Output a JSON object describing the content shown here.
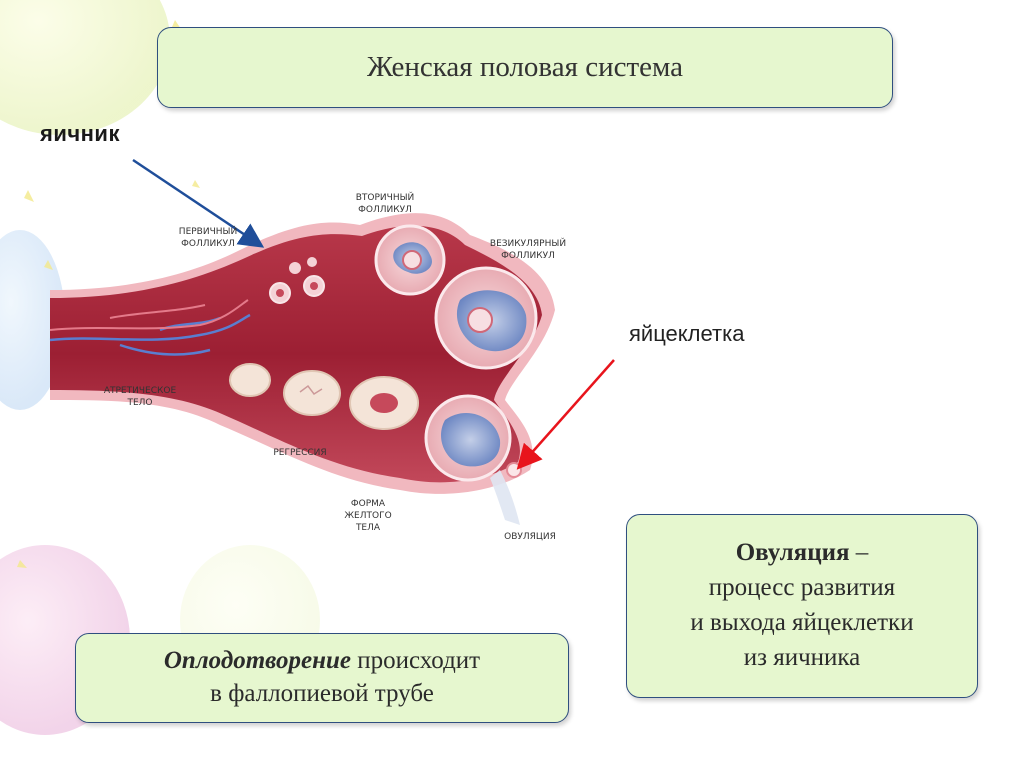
{
  "title": "Женская половая система",
  "labels": {
    "ovary": "яичник",
    "egg_cell": "яйцеклетка"
  },
  "diagram_labels": {
    "secondary_follicle_1": "ВТОРИЧНЫЙ",
    "secondary_follicle_2": "ФОЛЛИКУЛ",
    "primary_follicle_1": "ПЕРВИЧНЫЙ",
    "primary_follicle_2": "ФОЛЛИКУЛ",
    "vesicular_follicle_1": "ВЕЗИКУЛЯРНЫЙ",
    "vesicular_follicle_2": "ФОЛЛИКУЛ",
    "atretic_body_1": "АТРЕТИЧЕСКОЕ",
    "atretic_body_2": "ТЕЛО",
    "regression": "РЕГРЕССИЯ",
    "corpus_luteum_1": "ФОРМА",
    "corpus_luteum_2": "ЖЕЛТОГО",
    "corpus_luteum_3": "ТЕЛА",
    "ovulation": "ОВУЛЯЦИЯ"
  },
  "fertilization_box": {
    "bold_part": "Оплодотворение",
    "rest_line1": " происходит",
    "line2": "в фаллопиевой трубе"
  },
  "ovulation_box": {
    "bold_part": "Овуляция",
    "dash": " –",
    "line2": "процесс развития",
    "line3": "и выхода яйцеклетки",
    "line4": "из яичника"
  },
  "colors": {
    "box_fill": "#e6f7cf",
    "box_border": "#2f4f7f",
    "ovary_arrow": "#1f4e9a",
    "egg_arrow": "#e8141c",
    "ovary_tissue": "#a8283a"
  }
}
